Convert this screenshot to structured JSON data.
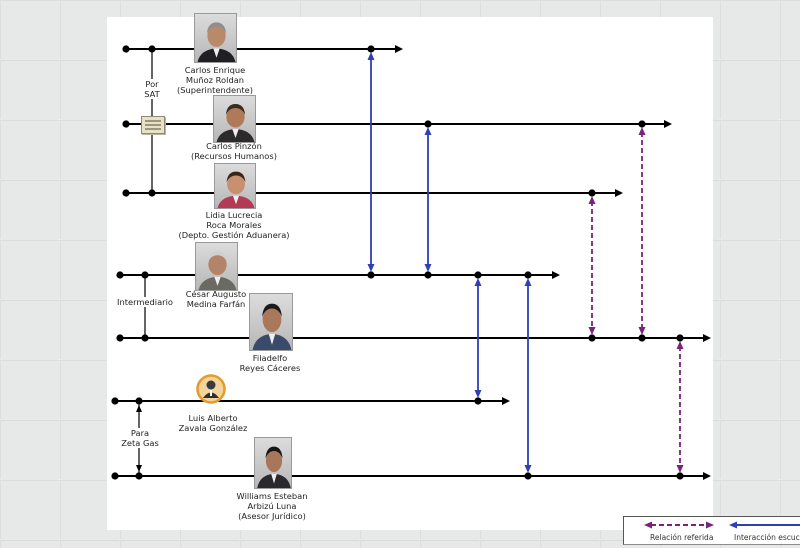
{
  "people": [
    {
      "id": "carlos-munoz",
      "lines": [
        "Carlos Enrique",
        "Muñoz Roldan",
        "(Superintendente)"
      ],
      "suit": "#1f1f24",
      "hair": "#8e8e8e",
      "skin": "#b98a6a"
    },
    {
      "id": "carlos-pinzon",
      "lines": [
        "Carlos Pinzón",
        "(Recursos Humanos)"
      ],
      "suit": "#2c2a2a",
      "hair": "#3a2a20",
      "skin": "#b07a5a"
    },
    {
      "id": "lidia-roca",
      "lines": [
        "Lidia Lucrecia",
        "Roca Morales",
        "(Depto. Gestión Aduanera)"
      ],
      "suit": "#b23a55",
      "hair": "#3b2416",
      "skin": "#c89070"
    },
    {
      "id": "cesar-medina",
      "lines": [
        "César Augusto",
        "Medina Farfán"
      ],
      "suit": "#6b6a62",
      "hair": "#cfcfcf",
      "skin": "#b3846a"
    },
    {
      "id": "filadelfo-reyes",
      "lines": [
        "Filadelfo",
        "Reyes Cáceres"
      ],
      "suit": "#3a4a6a",
      "hair": "#1b1b1b",
      "skin": "#a9785a"
    },
    {
      "id": "luis-zavala",
      "lines": [
        "Luis Alberto",
        "Zavala González"
      ]
    },
    {
      "id": "williams-arbizu",
      "lines": [
        "Williams Esteban",
        "Arbizú Luna",
        "(Asesor Jurídico)"
      ],
      "suit": "#2a2a2e",
      "hair": "#161616",
      "skin": "#a8775a"
    }
  ],
  "side_labels": {
    "por_sat": [
      "Por",
      "SAT"
    ],
    "intermediario": [
      "Intermediario"
    ],
    "zeta_gas": [
      "Para",
      "Zeta Gas"
    ]
  },
  "legend": {
    "referred": "Relación referida",
    "heard": "Interacción escuchada"
  },
  "colors": {
    "timeline": "#000000",
    "heard": "#2f3fb8",
    "referred": "#7a237e",
    "avatar_ring": "#e59a2c"
  }
}
